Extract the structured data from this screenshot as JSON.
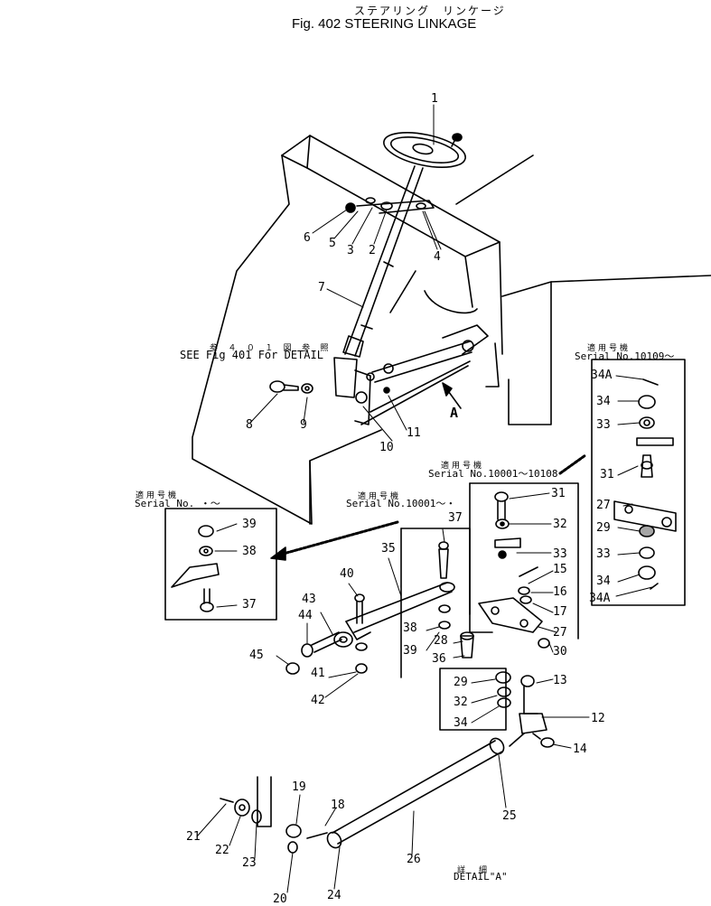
{
  "header": {
    "title_jp": "ステアリング　リンケージ",
    "title_en": "Fig. 402  STEERING  LINKAGE"
  },
  "notes": {
    "see_jp": "参 ４ ０ １ 図 参 照",
    "see_detail": "SEE Fig  401  For  DETAIL",
    "detail_jp": "詳　細",
    "detail_a": "DETAIL\"A\"",
    "arrow_a": "A"
  },
  "serials": {
    "jp_label": "適用号機",
    "serial_10109": "Serial  No.10109～",
    "serial_10001_10108": "Serial   No.10001～10108",
    "serial_10001": "Serial  No.10001～・",
    "serial_blank": "Serial  No.    ・～"
  },
  "parts": [
    {
      "id": "p1",
      "label": "1"
    },
    {
      "id": "p2",
      "label": "2"
    },
    {
      "id": "p3",
      "label": "3"
    },
    {
      "id": "p4",
      "label": "4"
    },
    {
      "id": "p5",
      "label": "5"
    },
    {
      "id": "p6",
      "label": "6"
    },
    {
      "id": "p7",
      "label": "7"
    },
    {
      "id": "p8",
      "label": "8"
    },
    {
      "id": "p9",
      "label": "9"
    },
    {
      "id": "p10",
      "label": "10"
    },
    {
      "id": "p11",
      "label": "11"
    },
    {
      "id": "p12",
      "label": "12"
    },
    {
      "id": "p13",
      "label": "13"
    },
    {
      "id": "p14",
      "label": "14"
    },
    {
      "id": "p15",
      "label": "15"
    },
    {
      "id": "p16",
      "label": "16"
    },
    {
      "id": "p17",
      "label": "17"
    },
    {
      "id": "p18",
      "label": "18"
    },
    {
      "id": "p19",
      "label": "19"
    },
    {
      "id": "p20",
      "label": "20"
    },
    {
      "id": "p21",
      "label": "21"
    },
    {
      "id": "p22",
      "label": "22"
    },
    {
      "id": "p23",
      "label": "23"
    },
    {
      "id": "p24",
      "label": "24"
    },
    {
      "id": "p25",
      "label": "25"
    },
    {
      "id": "p26",
      "label": "26"
    },
    {
      "id": "p27a",
      "label": "27"
    },
    {
      "id": "p27b",
      "label": "27"
    },
    {
      "id": "p28",
      "label": "28"
    },
    {
      "id": "p29a",
      "label": "29"
    },
    {
      "id": "p29b",
      "label": "29"
    },
    {
      "id": "p30",
      "label": "30"
    },
    {
      "id": "p31a",
      "label": "31"
    },
    {
      "id": "p31b",
      "label": "31"
    },
    {
      "id": "p32a",
      "label": "32"
    },
    {
      "id": "p32b",
      "label": "32"
    },
    {
      "id": "p33a",
      "label": "33"
    },
    {
      "id": "p33b",
      "label": "33"
    },
    {
      "id": "p33c",
      "label": "33"
    },
    {
      "id": "p34a",
      "label": "34"
    },
    {
      "id": "p34b",
      "label": "34"
    },
    {
      "id": "p34c",
      "label": "34"
    },
    {
      "id": "p34Aa",
      "label": "34A"
    },
    {
      "id": "p34Ab",
      "label": "34A"
    },
    {
      "id": "p35",
      "label": "35"
    },
    {
      "id": "p36",
      "label": "36"
    },
    {
      "id": "p37a",
      "label": "37"
    },
    {
      "id": "p37b",
      "label": "37"
    },
    {
      "id": "p38a",
      "label": "38"
    },
    {
      "id": "p38b",
      "label": "38"
    },
    {
      "id": "p39a",
      "label": "39"
    },
    {
      "id": "p39b",
      "label": "39"
    },
    {
      "id": "p40",
      "label": "40"
    },
    {
      "id": "p41",
      "label": "41"
    },
    {
      "id": "p42",
      "label": "42"
    },
    {
      "id": "p43",
      "label": "43"
    },
    {
      "id": "p44",
      "label": "44"
    },
    {
      "id": "p45",
      "label": "45"
    }
  ]
}
